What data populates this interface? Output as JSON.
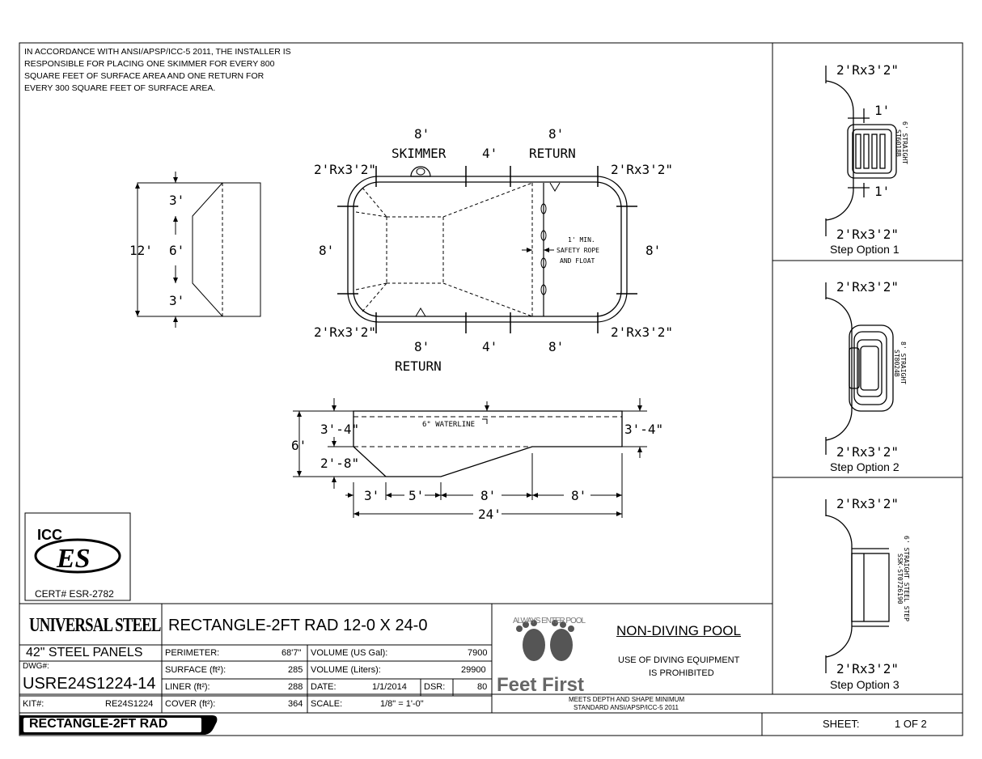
{
  "note": "IN ACCORDANCE WITH ANSI/APSP/ICC-5 2011, THE INSTALLER IS RESPONSIBLE FOR PLACING ONE SKIMMER FOR EVERY 800 SQUARE FEET OF SURFACE AREA AND ONE RETURN FOR EVERY 300 SQUARE FEET OF SURFACE AREA.",
  "end_view": {
    "width": "12'",
    "top": "3'",
    "middle": "6'",
    "bottom": "3'"
  },
  "plan": {
    "top_8_left": "8'",
    "top_4": "4'",
    "top_8_right": "8'",
    "skimmer": "SKIMMER",
    "return_top": "RETURN",
    "return_bottom": "RETURN",
    "bot_8_left": "8'",
    "bot_4": "4'",
    "bot_8_right": "8'",
    "left_8": "8'",
    "right_8": "8'",
    "corner_tl": "2'Rx3'2\"",
    "corner_tr": "2'Rx3'2\"",
    "corner_bl": "2'Rx3'2\"",
    "corner_br": "2'Rx3'2\"",
    "rope_1": "1' MIN.",
    "rope_2": "SAFETY ROPE",
    "rope_3": "AND FLOAT"
  },
  "section": {
    "shallow_depth": "3'-4\"",
    "deep_depth": "3'-4\"",
    "total_depth": "6'",
    "lower_depth": "2'-8\"",
    "waterline": "6\" WATERLINE",
    "seg_3": "3'",
    "seg_5": "5'",
    "seg_8a": "8'",
    "seg_8b": "8'",
    "total_length": "24'"
  },
  "steps": [
    {
      "top": "2'Rx3'2\"",
      "bottom": "2'Rx3'2\"",
      "label": "Step Option 1",
      "side_1": "6' STRAIGHT",
      "side_2": "ST6018B",
      "dim_a": "1'",
      "dim_b": "1'"
    },
    {
      "top": "2'Rx3'2\"",
      "bottom": "2'Rx3'2\"",
      "label": "Step Option 2",
      "side_1": "8' STRAIGHT",
      "side_2": "ST8024B"
    },
    {
      "top": "2'Rx3'2\"",
      "bottom": "2'Rx3'2\"",
      "label": "Step Option 3",
      "side_1": "6' STRAIGHT STEEL STEP",
      "side_2": "SSK-ST0726190"
    }
  ],
  "cert": {
    "logo_top": "ICC",
    "logo_main": "ES",
    "number": "CERT# ESR-2782"
  },
  "title_block": {
    "brand": "UNIVERSAL STEEL",
    "panels": "42\"  STEEL PANELS",
    "dwg_label": "DWG#:",
    "dwg": "USRE24S1224-14",
    "kit_label": "KIT#:",
    "kit": "RE24S1224",
    "model_badge": "RECTANGLE-2FT RAD",
    "title": "RECTANGLE-2FT RAD 12-0 X 24-0",
    "perimeter_label": "PERIMETER:",
    "perimeter": "68'7\"",
    "surface_label": "SURFACE (ft²):",
    "surface": "285",
    "liner_label": "LINER (ft²):",
    "liner": "288",
    "cover_label": "COVER (ft²):",
    "cover": "364",
    "vol_gal_label": "VOLUME (US Gal):",
    "vol_gal": "7900",
    "vol_l_label": "VOLUME (Liters):",
    "vol_l": "29900",
    "date_label": "DATE:",
    "date": "1/1/2014",
    "dsr_label": "DSR:",
    "dsr": "80",
    "scale_label": "SCALE:",
    "scale": "1/8\" = 1'-0\"",
    "ff_top": "ALWAYS ENTER POOL",
    "ff_main": "Feet First",
    "nd_title": "NON-DIVING POOL",
    "nd_1": "USE OF DIVING EQUIPMENT",
    "nd_2": "IS PROHIBITED",
    "std_1": "MEETS DEPTH AND SHAPE MINIMUM",
    "std_2": "STANDARD ANSI/APSP/ICC-5 2011",
    "sheet_label": "SHEET:",
    "sheet": "1 OF 2"
  }
}
